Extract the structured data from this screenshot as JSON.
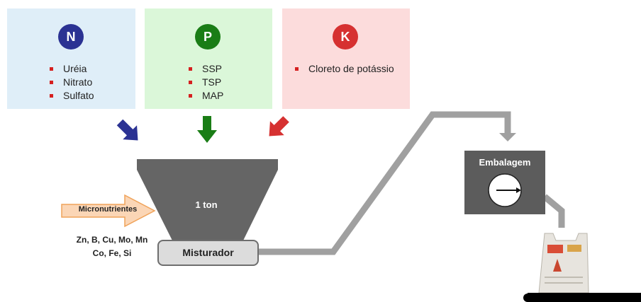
{
  "nutrients": [
    {
      "letter": "N",
      "items": [
        "Uréia",
        "Nitrato",
        "Sulfato"
      ],
      "color": "#2b3293",
      "bg": "#dfeef8"
    },
    {
      "letter": "P",
      "items": [
        "SSP",
        "TSP",
        "MAP"
      ],
      "color": "#1a7d16",
      "bg": "#dbf7d9"
    },
    {
      "letter": "K",
      "items": [
        "Cloreto de potássio"
      ],
      "color": "#d63131",
      "bg": "#fcdcdc"
    }
  ],
  "hopper": {
    "label": "1 ton",
    "color": "#656565"
  },
  "mixer": {
    "label": "Misturador"
  },
  "micronutrients": {
    "label": "Micronutrientes",
    "list_line1": "Zn, B, Cu, Mo, Mn",
    "list_line2": "Co, Fe, Si",
    "arrow_color": "#fbd6b6"
  },
  "packaging": {
    "label": "Embalagem",
    "color": "#5c5c5c"
  },
  "pipe_color": "#a0a0a0",
  "icons": [
    "arrow-down-right-icon",
    "arrow-down-icon",
    "arrow-down-left-icon",
    "gauge-icon",
    "fertilizer-bag-icon"
  ]
}
